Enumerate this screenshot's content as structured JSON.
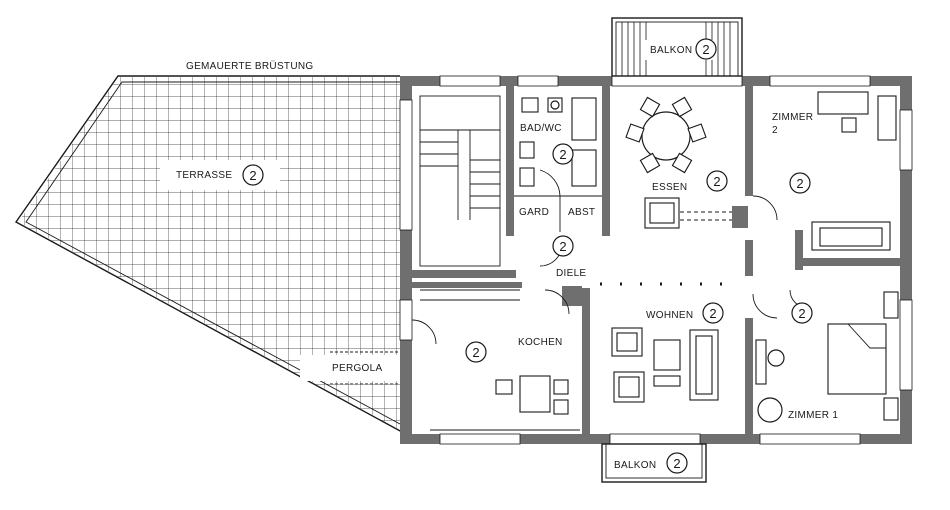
{
  "plan": {
    "labels": {
      "parapet": "GEMAUERTE BRÜSTUNG",
      "terrace": "TERRASSE",
      "balcony_top": "BALKON",
      "balcony_bottom": "BALKON",
      "bath": "BAD/WC",
      "dining": "ESSEN",
      "room2": "ZIMMER",
      "room2_num": "2",
      "wardrobe": "GARD",
      "storage": "ABST",
      "hall": "DIELE",
      "living": "WOHNEN",
      "kitchen": "KOCHEN",
      "pergola": "PERGOLA",
      "room1": "ZIMMER 1"
    },
    "unit_number": "2"
  }
}
